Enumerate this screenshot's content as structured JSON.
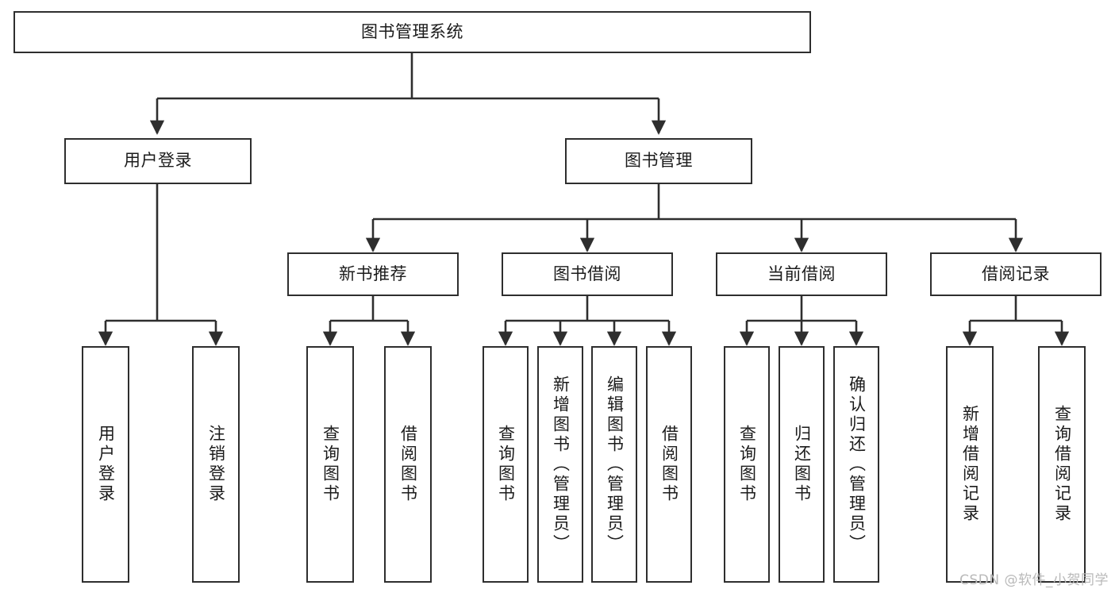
{
  "diagram": {
    "type": "tree-hierarchy",
    "title": "图书管理系统",
    "watermark": "CSDN @软件_小贺同学",
    "colors": {
      "background": "#ffffff",
      "box_border": "#2e2e2e",
      "box_fill": "#ffffff",
      "connector": "#2e2e2e",
      "text": "#1b1b1b",
      "watermark": "#b9b9b9"
    },
    "levels": {
      "root": {
        "label": "图书管理系统"
      },
      "level2": [
        {
          "id": "user-login",
          "label": "用户登录"
        },
        {
          "id": "book-manage",
          "label": "图书管理"
        }
      ],
      "level3": [
        {
          "id": "new-book-recommend",
          "label": "新书推荐",
          "parent": "book-manage"
        },
        {
          "id": "book-borrow",
          "label": "图书借阅",
          "parent": "book-manage"
        },
        {
          "id": "current-borrow",
          "label": "当前借阅",
          "parent": "book-manage"
        },
        {
          "id": "borrow-record",
          "label": "借阅记录",
          "parent": "book-manage"
        }
      ],
      "leaves": {
        "user-login": [
          {
            "id": "leaf-user-login",
            "label": "用户登录"
          },
          {
            "id": "leaf-user-logout",
            "label": "注销登录"
          }
        ],
        "new-book-recommend": [
          {
            "id": "leaf-query-book-1",
            "label": "查询图书"
          },
          {
            "id": "leaf-borrow-book-1",
            "label": "借阅图书"
          }
        ],
        "book-borrow": [
          {
            "id": "leaf-query-book-2",
            "label": "查询图书"
          },
          {
            "id": "leaf-add-book",
            "label": "新增图书（管理员）"
          },
          {
            "id": "leaf-edit-book",
            "label": "编辑图书（管理员）"
          },
          {
            "id": "leaf-borrow-book-2",
            "label": "借阅图书"
          }
        ],
        "current-borrow": [
          {
            "id": "leaf-query-book-3",
            "label": "查询图书"
          },
          {
            "id": "leaf-return-book",
            "label": "归还图书"
          },
          {
            "id": "leaf-confirm-return",
            "label": "确认归还（管理员）"
          }
        ],
        "borrow-record": [
          {
            "id": "leaf-add-record",
            "label": "新增借阅记录"
          },
          {
            "id": "leaf-query-record",
            "label": "查询借阅记录"
          }
        ]
      }
    }
  }
}
